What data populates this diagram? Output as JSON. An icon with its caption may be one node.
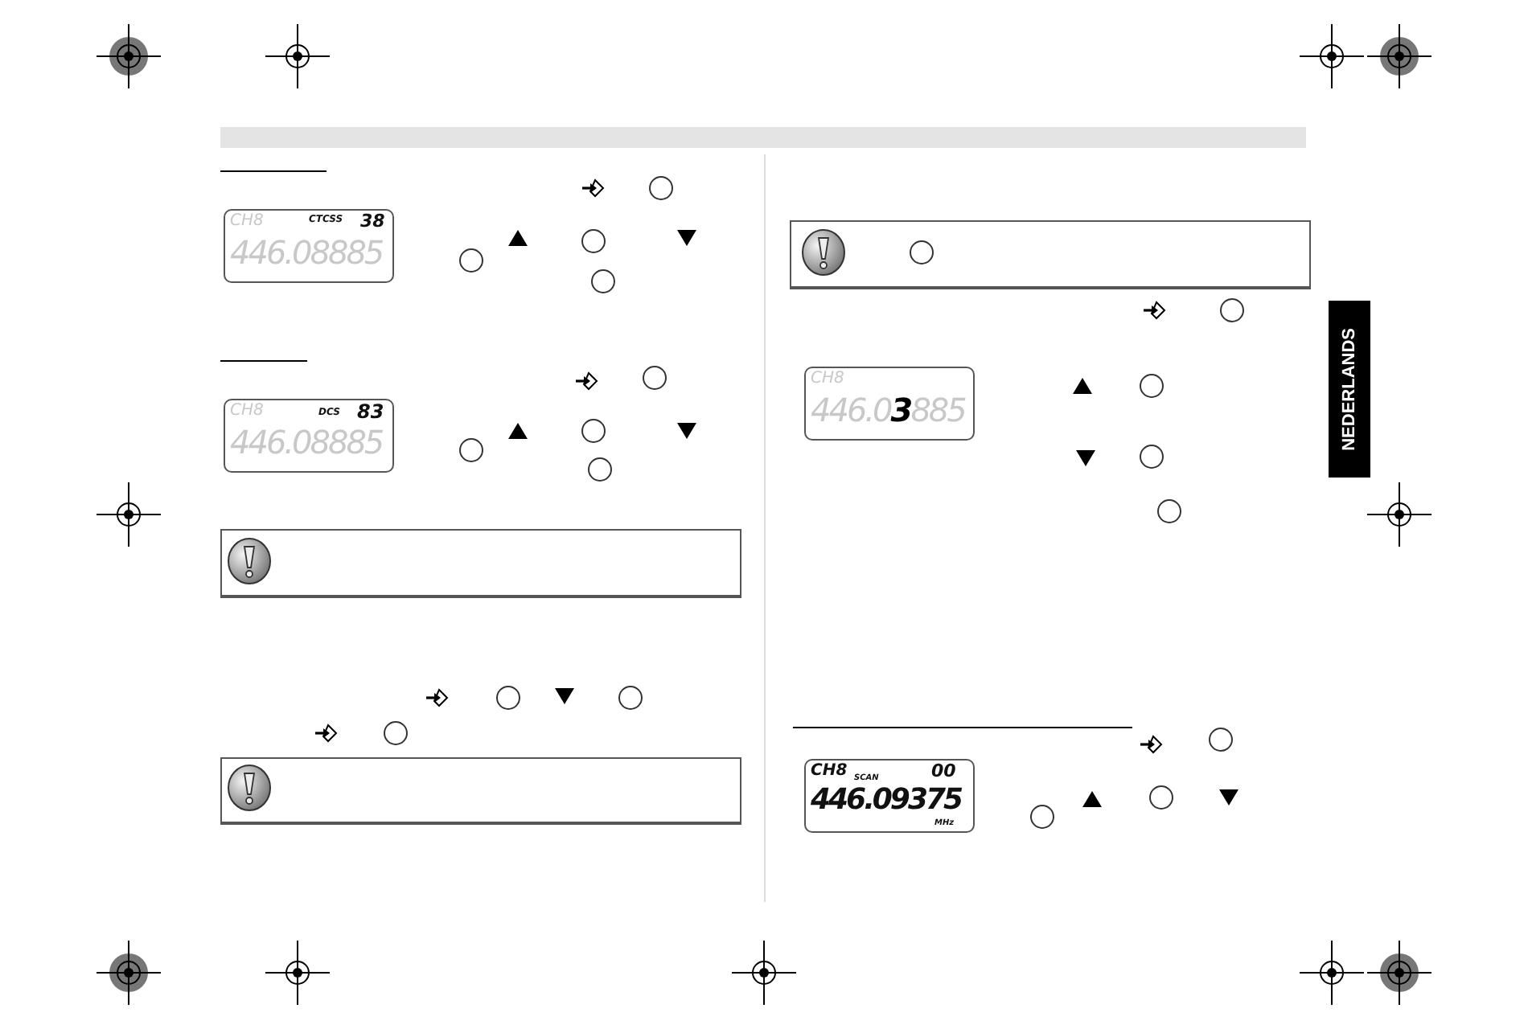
{
  "diagram": {
    "labels": [
      "CH8",
      "CTCSS",
      "38",
      "446.08885",
      "CH8",
      "DCS",
      "83",
      "446.08885",
      "NEDERLANDS",
      "CH8",
      "446.0**3**885",
      "CH8",
      "SCAN",
      "00",
      "446.09375",
      "MHz"
    ]
  }
}
